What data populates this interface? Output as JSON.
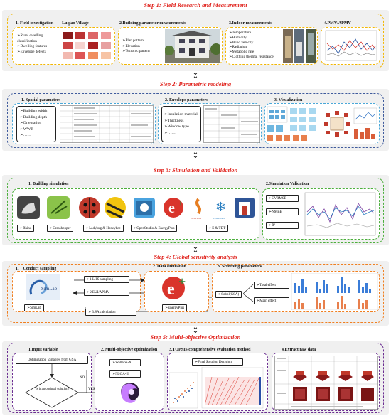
{
  "steps": [
    {
      "title": "Step 1: Field Research and Measurement"
    },
    {
      "title": "Step 2: Parametric modeling"
    },
    {
      "title": "Step 3: Simulation and Validation"
    },
    {
      "title": "Step 4: Global sensitivity analysis"
    },
    {
      "title": "Step 5: Multi-objective Optimization"
    }
  ],
  "step1": {
    "s1": {
      "title": "1. Field investigation——Luqiao Village",
      "items": [
        "➢Rural dwelling classification",
        "➢Dwelling features",
        "➢Envelope defects"
      ]
    },
    "s2": {
      "title": "2.Building parameter measurements",
      "items": [
        "➢Plan pattern",
        "➢Elevation",
        "➢Tectonic pattern"
      ]
    },
    "s3": {
      "title": "3.Indoor measurements",
      "items": [
        "➢Temperature",
        "➢Humidity",
        "➢Wind velocity",
        "➢Radiation",
        "➢Metabolic rate",
        "➢Clothing thermal resistance"
      ]
    },
    "s4": {
      "title": "4.PMV/APMV"
    }
  },
  "step2": {
    "s1": {
      "title": "1. Spatial parameters",
      "items": [
        "➢Building width",
        "➢Building depth",
        "➢Orientation",
        "➢WWR",
        "➢……"
      ]
    },
    "s2": {
      "title": "2. Envelope parameters",
      "items": [
        "➢Insulation material",
        "➢Thickness",
        "➢Window type",
        "➢……"
      ]
    },
    "s3": {
      "title": "3. Visualization"
    }
  },
  "step3": {
    "s1": {
      "title": "1. Building simulation",
      "buttons": [
        "➢Rhino",
        "➢Grasshopper",
        "➢Ladybug & Honeybee",
        "➢OpenStudio & EnergyPlus",
        "➢E & TDT"
      ]
    },
    "s2": {
      "title": "2.Simulation Validation",
      "buttons": [
        "➢CVRMSE",
        "➢NMBE",
        "➢R²"
      ]
    }
  },
  "step4": {
    "s1": {
      "title": "1.　Conduct sampling",
      "logo": "SimLab",
      "button": "➢SimLab"
    },
    "lhs": "➢1.LHS sampling",
    "eui": "➢2.EUI/APMV",
    "sa": "➢ 3.SA calculation",
    "s2": {
      "title": "2. Data simulation",
      "button": "➢EnergyPlus"
    },
    "s3": {
      "title": "3. Screening parameters",
      "sobol": "➢Sobol(GSA)",
      "total": "➢Total effect",
      "main": "➢Main effect"
    }
  },
  "step5": {
    "s1": {
      "title": "1.Input variable",
      "box": "Optimization Variables from GSA",
      "decision": "Is it an optimal solution?",
      "no": "NO",
      "yes": "YES"
    },
    "s2": {
      "title": "2. Multi-objective optimization",
      "items": [
        "➢Wallacei-X",
        "➢NSGA-II"
      ]
    },
    "s3": {
      "title": "3.TOPSIS comprehensive evaluation method",
      "box": "➢Final Solution Decision"
    },
    "s4": {
      "title": "4.Extract raw data"
    }
  },
  "colors": {
    "step_title": "#e0221c",
    "s1": "#f2b705",
    "s2": "#3e5a9c",
    "s3": "#4caf3c",
    "s4": "#f07f20",
    "s5": "#6a2c91",
    "inner_blue": "#4aa8d8"
  }
}
